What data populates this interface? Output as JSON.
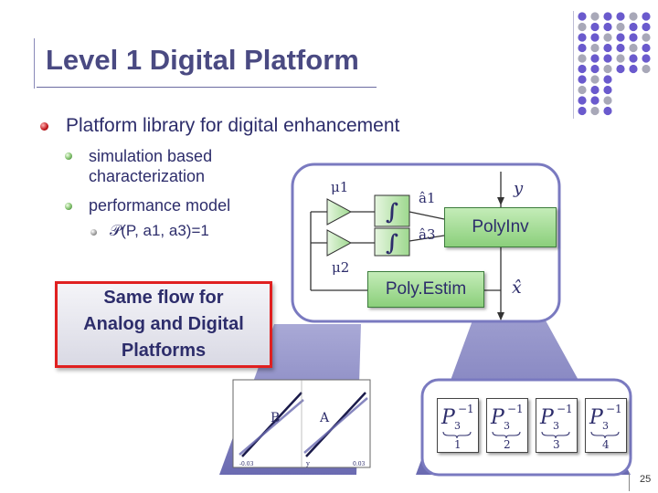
{
  "title": "Level 1 Digital Platform",
  "bullets": {
    "main": "Platform library for digital enhancement",
    "sub1": "simulation based characterization",
    "sub2": "performance model",
    "sub3": "𝒫(P, a1, a3)=1"
  },
  "callout": {
    "line1": "Same flow for",
    "line2": "Analog and Digital",
    "line3": "Platforms"
  },
  "diagram": {
    "mu1": "μ1",
    "mu2": "μ2",
    "a1_hat": "â1",
    "a3_hat": "â3",
    "y": "y",
    "x_hat": "x̂",
    "integrator_symbol": "∫",
    "poly_inv": "PolyInv",
    "poly_estim": "Poly.Estim"
  },
  "plot_thumbnail": {
    "label_b": "B",
    "label_a": "A",
    "x_axis_label": "y",
    "x_tick_left": "-0.03",
    "x_tick_right": "0.03"
  },
  "p_blocks": [
    {
      "exp": "−1",
      "sub": "3",
      "index": "1"
    },
    {
      "exp": "−1",
      "sub": "3",
      "index": "2"
    },
    {
      "exp": "−1",
      "sub": "3",
      "index": "3"
    },
    {
      "exp": "−1",
      "sub": "3",
      "index": "4"
    }
  ],
  "page_number": "25",
  "colors": {
    "title": "#4a4a82",
    "text": "#2d2d6b",
    "callout_border": "#e02020",
    "green_box": "#9ed88e",
    "dots_purple": "#6a5acd",
    "dots_gray": "#a8a8b8"
  }
}
